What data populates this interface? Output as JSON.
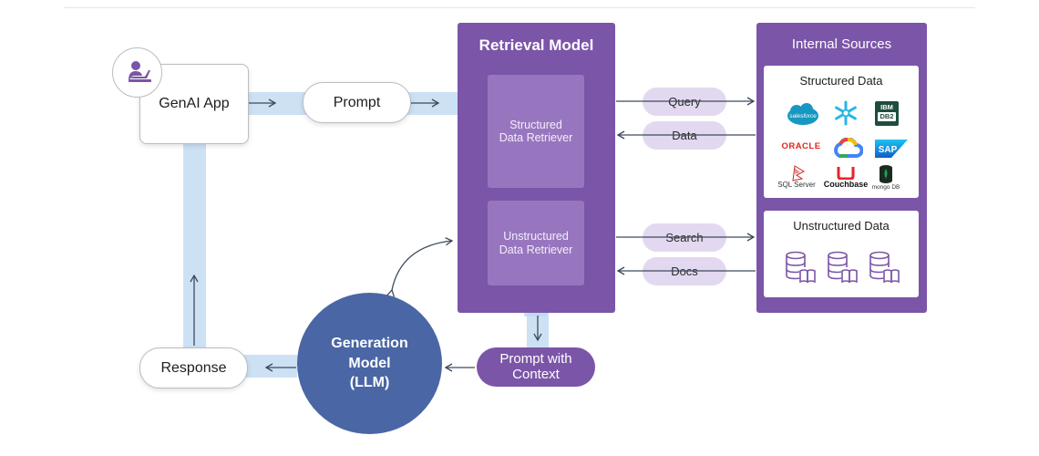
{
  "genai_app": {
    "label": "GenAI App"
  },
  "prompt": {
    "label": "Prompt"
  },
  "retrieval_model": {
    "title": "Retrieval Model",
    "structured_retriever": "Structured\nData Retriever",
    "unstructured_retriever": "Unstructured\nData Retriever"
  },
  "io": {
    "query": "Query",
    "data": "Data",
    "search": "Search",
    "docs": "Docs"
  },
  "internal_sources": {
    "title": "Internal Sources",
    "structured_title": "Structured Data",
    "unstructured_title": "Unstructured Data",
    "logos": {
      "salesforce": "salesforce",
      "ibm": "IBM",
      "db2": "DB2",
      "oracle": "ORACLE",
      "sap": "SAP",
      "sqlserver": "SQL Server",
      "couchbase": "Couchbase",
      "mongodb": "mongo DB"
    }
  },
  "generation_model": {
    "line1": "Generation",
    "line2": "Model",
    "line3": "(LLM)"
  },
  "prompt_with_context": {
    "line1": "Prompt with",
    "line2": "Context"
  },
  "response": {
    "label": "Response"
  },
  "colors": {
    "purple": "#7b55a7",
    "light_purple": "#e2d9f0",
    "flow_blue": "#bcd7f1",
    "gen_blue": "#4a66a4"
  }
}
